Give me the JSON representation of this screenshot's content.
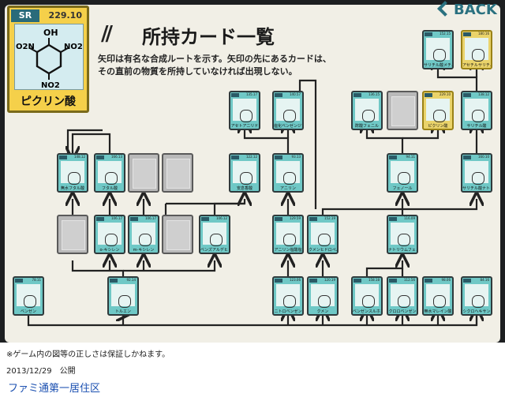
{
  "header": {
    "title": "所持カード一覧",
    "stripes": "//",
    "back_label": "BACK",
    "description_line1": "矢印は有名な合成ルートを示す。矢印の先にあるカードは、",
    "description_line2": "その直前の物質を所持していなければ出現しない。"
  },
  "featured_card": {
    "rank": "SR",
    "number": "229.10",
    "name": "ピクリン酸",
    "formula_lines": [
      "OH",
      "O2N",
      "NO2",
      "NO2"
    ]
  },
  "cards": [
    {
      "id": "benzene",
      "label": "ベンゼン",
      "number": "78.11"
    },
    {
      "id": "toluene",
      "label": "トルエン",
      "number": "92.14"
    },
    {
      "id": "nitrobenzene",
      "label": "ニトロベンゼン",
      "number": "123.06"
    },
    {
      "id": "cumene",
      "label": "クメン",
      "number": "120.19"
    },
    {
      "id": "benzenesulfonic",
      "label": "ベンゼンスルホン酸",
      "number": "158.18"
    },
    {
      "id": "chlorobenzene",
      "label": "クロロベンゼン",
      "number": "112.56"
    },
    {
      "id": "maleic",
      "label": "無水マレイン酸",
      "number": "98.06"
    },
    {
      "id": "cyclohexane",
      "label": "シクロヘキサン",
      "number": "84.16"
    },
    {
      "id": "o_xylene",
      "label": "o-キシレン",
      "number": "106.17"
    },
    {
      "id": "m_xylene",
      "label": "m-キシレン",
      "number": "106.17"
    },
    {
      "id": "benzaldehyde",
      "label": "ベンズアルデヒド",
      "number": "106.12"
    },
    {
      "id": "anilinium",
      "label": "アニリン塩酸塩",
      "number": "129.59"
    },
    {
      "id": "cumene_hp",
      "label": "クメンヒドロペルオキシド",
      "number": "152.19"
    },
    {
      "id": "sodium_phenoxide",
      "label": "ナトリウムフェノキシド",
      "number": "116.09"
    },
    {
      "id": "phthalic_anhydride",
      "label": "無水フタル酸",
      "number": "148.12"
    },
    {
      "id": "phthalic",
      "label": "フタル酸",
      "number": "166.13"
    },
    {
      "id": "benzoic",
      "label": "安息香酸",
      "number": "122.12"
    },
    {
      "id": "aniline",
      "label": "アニリン",
      "number": "93.13"
    },
    {
      "id": "phenol",
      "label": "フェノール",
      "number": "94.11"
    },
    {
      "id": "sodium_salicylate",
      "label": "サリチル酸ナトリウム",
      "number": "160.10"
    },
    {
      "id": "acetanilide",
      "label": "アセトアニリド",
      "number": "135.17"
    },
    {
      "id": "diazonium",
      "label": "塩化ベンゼンジアゾニウム",
      "number": "140.57"
    },
    {
      "id": "phenyl_acetate",
      "label": "酢酸フェニル",
      "number": "136.15"
    },
    {
      "id": "picric",
      "label": "ピクリン酸",
      "number": "229.10"
    },
    {
      "id": "salicylic",
      "label": "サリチル酸",
      "number": "138.12"
    },
    {
      "id": "methyl_salicylate",
      "label": "サリチル酸メチル",
      "number": "152.15"
    },
    {
      "id": "acetylsalicylic",
      "label": "アセチルサリチル酸",
      "number": "180.16"
    }
  ],
  "footer": {
    "note": "※ゲーム内の図等の正しさは保証しかねます。",
    "date": "2013/12/29　公開",
    "site": "ファミ通第一居住区"
  },
  "colors": {
    "card": "#6fc8c6",
    "card_gold": "#ead36a",
    "unknown_card": "#b9b9b9",
    "panel": "#f1efe6",
    "accent": "#2a7180"
  }
}
